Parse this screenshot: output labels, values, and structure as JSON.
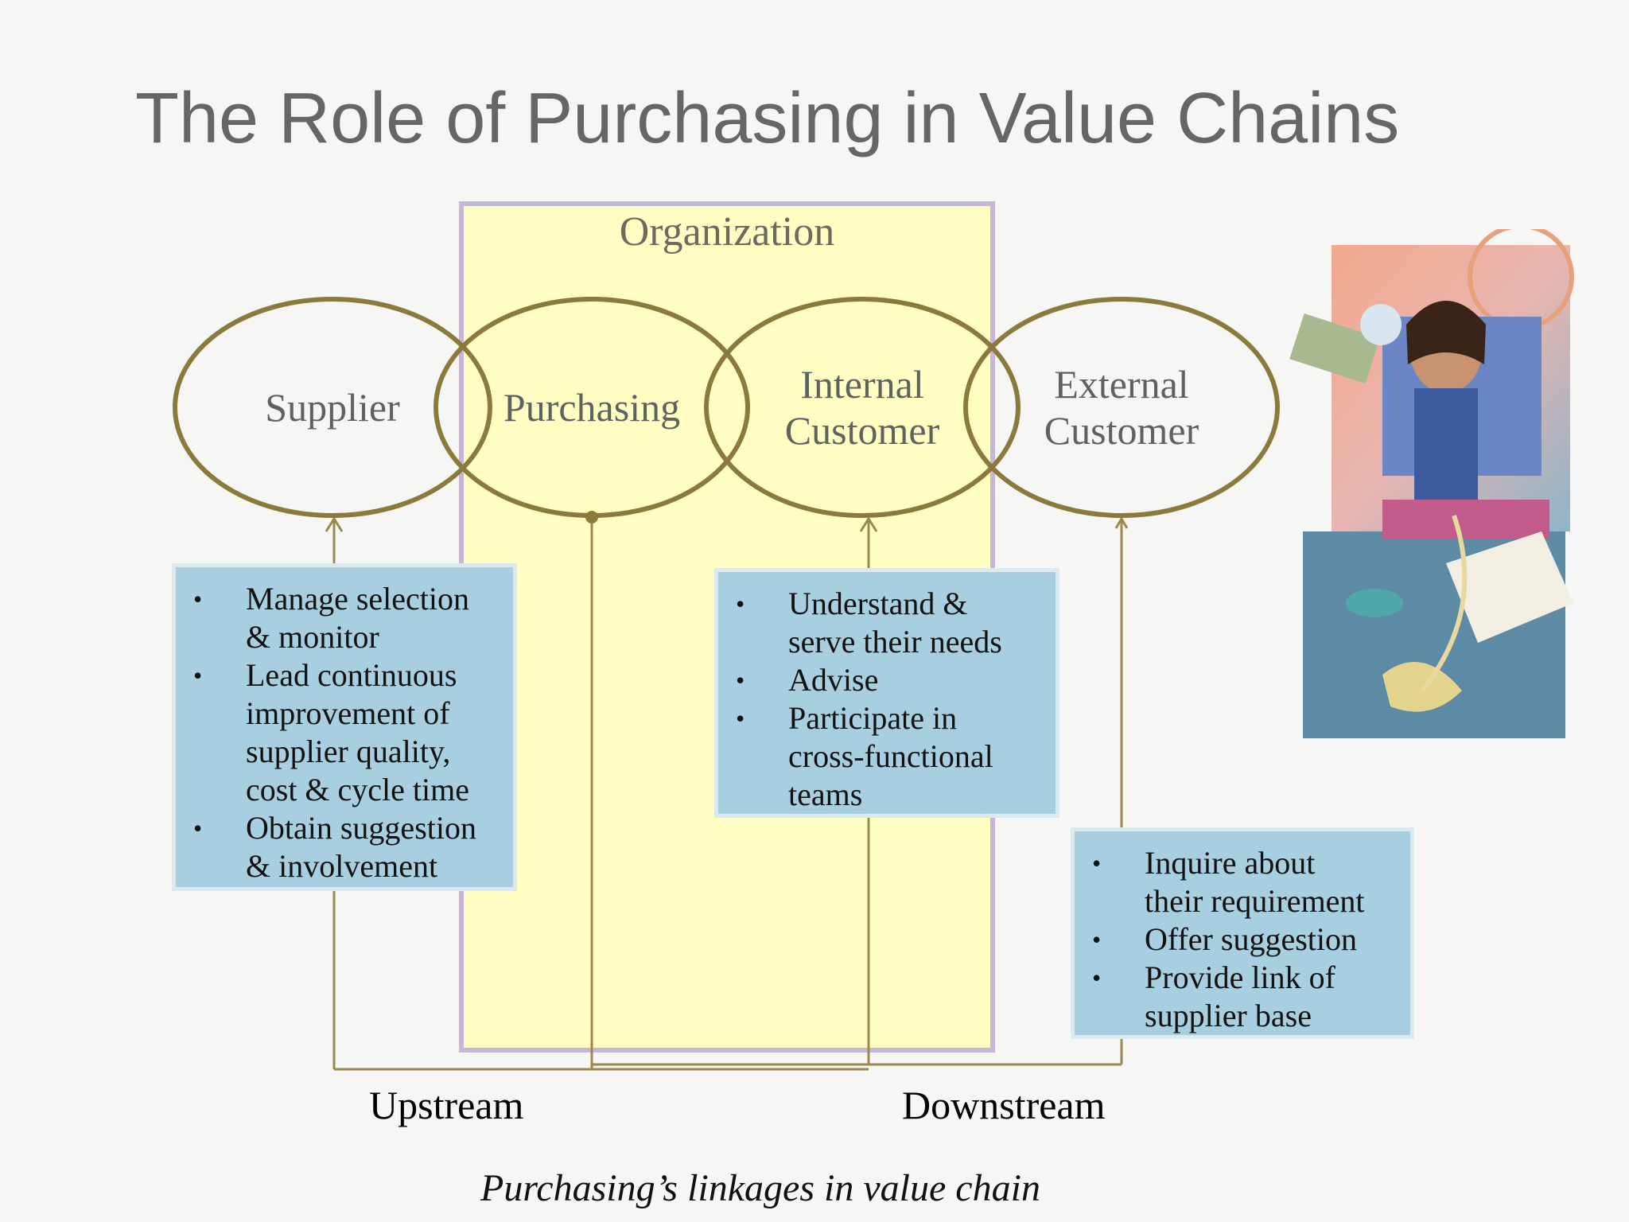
{
  "title": "The Role of Purchasing in Value Chains",
  "organization_label": "Organization",
  "nodes": [
    {
      "id": "supplier",
      "label": "Supplier"
    },
    {
      "id": "purchasing",
      "label": "Purchasing"
    },
    {
      "id": "internal",
      "label": "Internal\nCustomer"
    },
    {
      "id": "external",
      "label": "External\nCustomer"
    }
  ],
  "boxes": {
    "supplier": [
      "Manage selection\n& monitor",
      "Lead continuous\nimprovement of\nsupplier quality,\ncost & cycle time",
      "Obtain suggestion\n& involvement"
    ],
    "internal": [
      "Understand &\nserve their needs",
      "Advise",
      "Participate in\ncross-functional\nteams"
    ],
    "external": [
      "Inquire about\ntheir requirement",
      "Offer suggestion",
      "Provide link of\nsupplier base"
    ]
  },
  "flow": {
    "upstream": "Upstream",
    "downstream": "Downstream"
  },
  "caption": "Purchasing’s linkages in value chain",
  "colors": {
    "organization_fill": "#ffffc4",
    "organization_border": "#c8b6d8",
    "ellipse_stroke": "#8a7a3c",
    "connector": "#9a8a4c",
    "box_fill": "#a8cfe0",
    "title": "#666666"
  },
  "image": {
    "icon": "office-worker-clipart",
    "description_visible": false
  }
}
